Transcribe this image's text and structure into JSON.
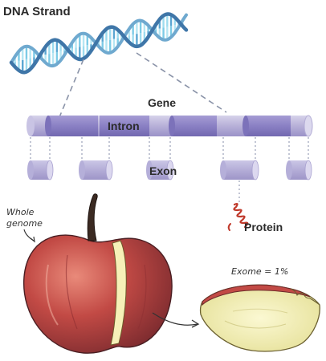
{
  "labels": {
    "dna_strand": "DNA Strand",
    "gene": "Gene",
    "intron": "Intron",
    "exon": "Exon",
    "protein": "Protein",
    "whole_genome_line1": "Whole",
    "whole_genome_line2": "genome",
    "exome": "Exome = 1%"
  },
  "colors": {
    "helix_dark": "#4a7fb0",
    "helix_light": "#8cd3e8",
    "gene_bar": "#b9b3d8",
    "intron_block": "#8b82c3",
    "exon": "#aaa3d0",
    "protein": "#c0392b",
    "apple_red": "#b83a3a",
    "apple_flesh": "#f4efb0",
    "dash": "#8a93a8"
  },
  "icons": {
    "dna": "dna-helix-icon",
    "protein": "protein-coil-icon",
    "apple": "apple-icon",
    "apple_slice": "apple-slice-icon"
  }
}
